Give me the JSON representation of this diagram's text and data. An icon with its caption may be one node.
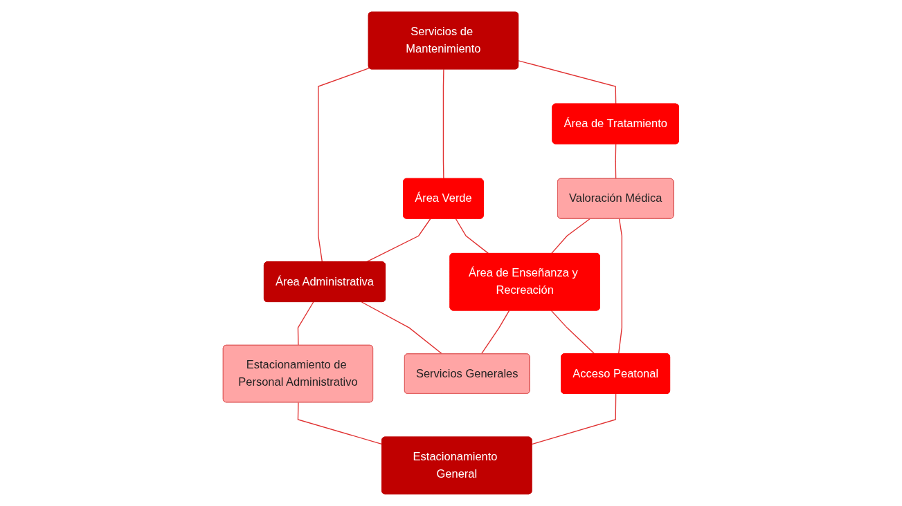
{
  "diagram": {
    "nodes": [
      {
        "text": [
          "Servicios de Mantenimiento"
        ]
      },
      {
        "text": [
          "Área de Tratamiento"
        ]
      },
      {
        "text": [
          "Área Verde"
        ]
      },
      {
        "text": [
          "Área Administrativa"
        ]
      },
      {
        "text": [
          "Estacionamiento de Personal Administrativo"
        ]
      },
      {
        "text": [
          "Estacionamiento General"
        ]
      },
      {
        "text": [
          "Valoración Médica"
        ]
      },
      {
        "text": [
          "Área de Enseñanza y Recreación"
        ]
      },
      {
        "text": [
          "Servicios Generales"
        ]
      },
      {
        "text": [
          "Acceso Peatonal"
        ]
      }
    ],
    "edges": [
      {
        "from": 0,
        "to": 1,
        "arrow": "none"
      },
      {
        "from": 0,
        "to": 2,
        "arrow": "none"
      },
      {
        "from": 0,
        "to": 3,
        "arrow": "none"
      },
      {
        "from": 2,
        "to": 3,
        "arrow": "none"
      },
      {
        "from": 3,
        "to": 4,
        "arrow": "none"
      },
      {
        "from": 4,
        "to": 5,
        "arrow": "none"
      },
      {
        "from": 1,
        "to": 6,
        "arrow": "none"
      },
      {
        "from": 2,
        "to": 7,
        "arrow": "none"
      },
      {
        "from": 3,
        "to": 8,
        "arrow": "none"
      },
      {
        "from": 6,
        "to": 7,
        "arrow": "none"
      },
      {
        "from": 7,
        "to": 8,
        "arrow": "none"
      },
      {
        "from": 7,
        "to": 9,
        "arrow": "none"
      },
      {
        "from": 6,
        "to": 9,
        "arrow": "none"
      },
      {
        "from": 9,
        "to": 5,
        "arrow": "none"
      }
    ]
  }
}
